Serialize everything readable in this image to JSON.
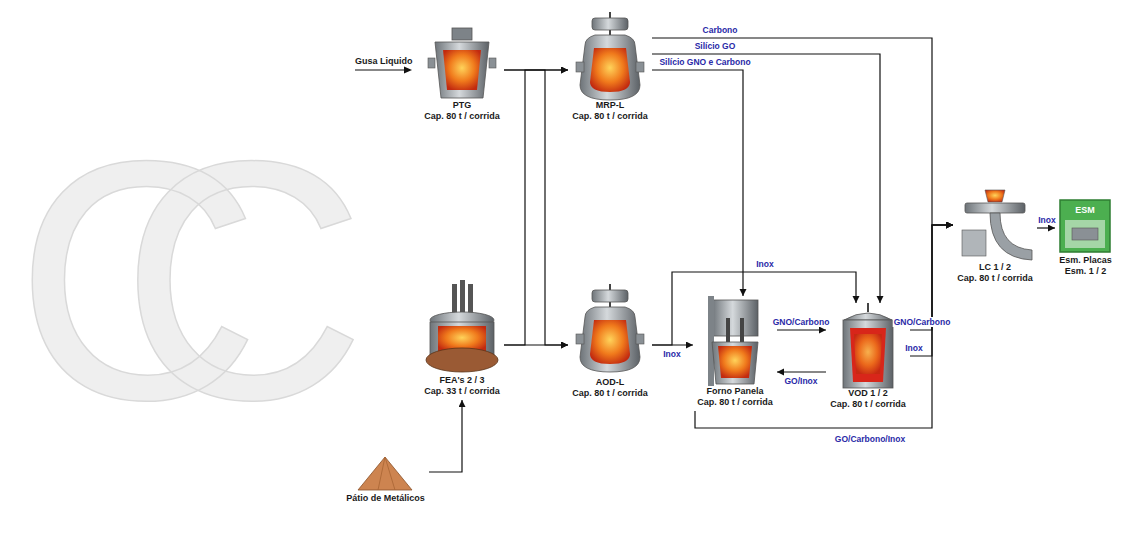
{
  "diagram": {
    "nodes": [
      {
        "text": [
          "PTG",
          "Cap. 80 t / corrida"
        ]
      },
      {
        "text": [
          "MRP-L",
          "Cap. 80 t / corrida"
        ]
      },
      {
        "text": [
          "FEA's 2 / 3",
          "Cap. 33 t / corrida"
        ]
      },
      {
        "text": [
          "AOD-L",
          "Cap. 80 t / corrida"
        ]
      },
      {
        "text": [
          "Forno Panela",
          "Cap. 80 t / corrida"
        ]
      },
      {
        "text": [
          "VOD 1 / 2",
          "Cap. 80 t / corrida"
        ]
      },
      {
        "text": [
          "LC 1 / 2",
          "Cap. 80 t / corrida"
        ]
      },
      {
        "text": [
          "Esm. Placas",
          "Esm. 1 / 2"
        ]
      },
      {
        "text": [
          "Pátio de Metálicos"
        ]
      }
    ],
    "edges": [
      {
        "from": 0,
        "to": 1,
        "arrow": "to"
      },
      {
        "from": 0,
        "to": 3,
        "arrow": "to"
      },
      {
        "from": 2,
        "to": 1,
        "arrow": "to"
      },
      {
        "from": 2,
        "to": 3,
        "arrow": "to"
      },
      {
        "from": 1,
        "to": 6,
        "label": "Carbono",
        "arrow": "to"
      },
      {
        "from": 1,
        "to": 5,
        "label": "Silício GO",
        "arrow": "to"
      },
      {
        "from": 1,
        "to": 4,
        "label": "Silício GNO e Carbono",
        "arrow": "to"
      },
      {
        "from": 3,
        "to": 4,
        "label": "Inox",
        "arrow": "to"
      },
      {
        "from": 3,
        "to": 5,
        "label": "Inox",
        "arrow": "to"
      },
      {
        "from": 4,
        "to": 5,
        "label": "GNO/Carbono",
        "arrow": "to"
      },
      {
        "from": 5,
        "to": 4,
        "label": "GO/Inox",
        "arrow": "to"
      },
      {
        "from": 5,
        "to": 6,
        "label": "GNO/Carbono",
        "arrow": "to"
      },
      {
        "from": 5,
        "to": 6,
        "label": "Inox",
        "arrow": "to"
      },
      {
        "from": 4,
        "to": 6,
        "label": "GO/Carbono/Inox",
        "arrow": "to"
      },
      {
        "from": 6,
        "to": 7,
        "label": "Inox",
        "arrow": "to"
      },
      {
        "from": 8,
        "to": 2,
        "arrow": "to"
      }
    ],
    "labels": [
      "CC",
      "Gusa Liquido",
      "ESM"
    ]
  }
}
